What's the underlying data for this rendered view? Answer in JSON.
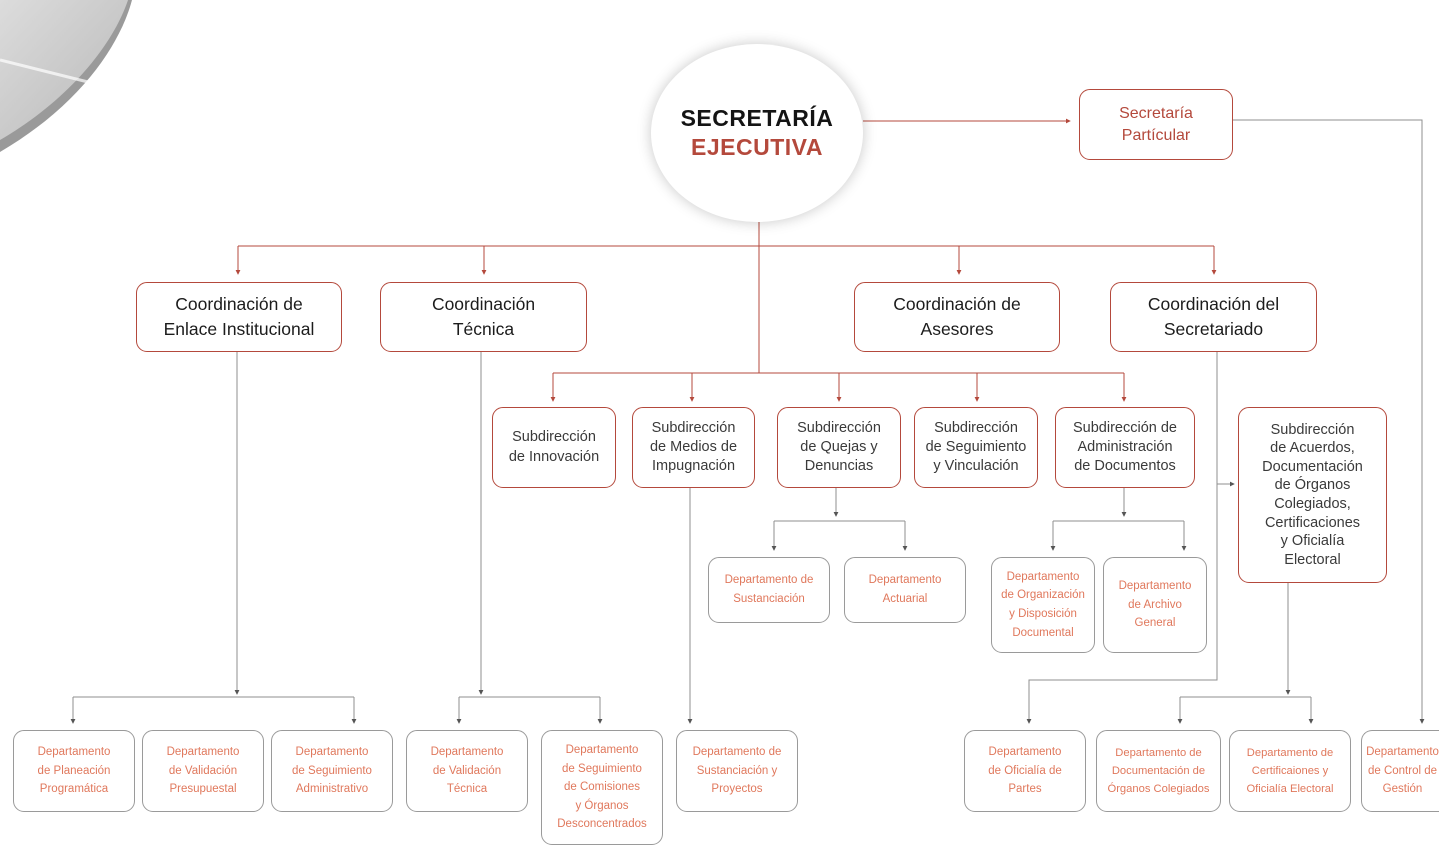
{
  "colors": {
    "accent": "#b4493c",
    "dept_text": "#e0785c",
    "connector_gray": "#8f8f8f"
  },
  "center": {
    "line1": "SECRETARÍA",
    "line2": "EJECUTIVA"
  },
  "secretaria_particular": {
    "label": "Secretaría\nPartícular"
  },
  "coordinations": [
    {
      "label": "Coordinación de\nEnlace Institucional"
    },
    {
      "label": "Coordinación\nTécnica"
    },
    {
      "label": "Coordinación de\nAsesores"
    },
    {
      "label": "Coordinación del\nSecretariado"
    }
  ],
  "subdirections": [
    {
      "label": "Subdirección\nde Innovación"
    },
    {
      "label": "Subdirección\nde Medios de\nImpugnación"
    },
    {
      "label": "Subdirección\nde Quejas y\nDenuncias"
    },
    {
      "label": "Subdirección\nde Seguimiento\ny Vinculación"
    },
    {
      "label": "Subdirección de\nAdministración\nde Documentos"
    },
    {
      "label": "Subdirección\nde Acuerdos,\nDocumentación\nde Órganos\nColegiados,\nCertificaciones\ny Oficialía\nElectoral"
    }
  ],
  "mid_departments": [
    {
      "label": "Departamento de\nSustanciación"
    },
    {
      "label": "Departamento\nActuarial"
    },
    {
      "label": "Departamento\nde Organización\ny Disposición\nDocumental"
    },
    {
      "label": "Departamento\nde Archivo\nGeneral"
    }
  ],
  "bottom_departments": [
    {
      "label": "Departamento\nde Planeación\nProgramática"
    },
    {
      "label": "Departamento\nde Validación\nPresupuestal"
    },
    {
      "label": "Departamento\nde Seguimiento\nAdministrativo"
    },
    {
      "label": "Departamento\nde Validación\nTécnica"
    },
    {
      "label": "Departamento\nde Seguimiento\nde Comisiones\ny Órganos\nDesconcentrados"
    },
    {
      "label": "Departamento de\nSustanciación y\nProyectos"
    },
    {
      "label": "Departamento\nde Oficialía de\nPartes"
    },
    {
      "label": "Departamento de\nDocumentación de\nÓrganos Colegiados"
    },
    {
      "label": "Departamento de\nCertificaiones y\nOficialía Electoral"
    },
    {
      "label": "Departamento\nde Control de\nGestión"
    }
  ]
}
